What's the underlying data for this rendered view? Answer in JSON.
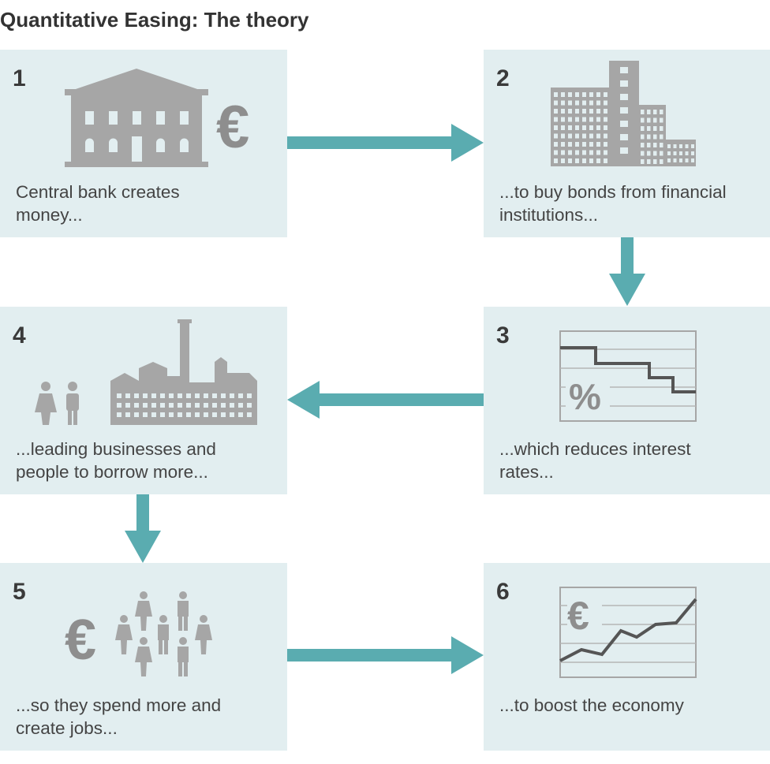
{
  "title": "Quantitative Easing: The theory",
  "colors": {
    "box_background": "#e2eef0",
    "arrow": "#5aacb0",
    "icon": "#a6a6a6",
    "text": "#444444"
  },
  "steps": [
    {
      "number": "1",
      "text": "Central bank creates\nmoney...",
      "icon": "bank-euro-icon"
    },
    {
      "number": "2",
      "text": "...to buy bonds from financial\ninstitutions...",
      "icon": "office-buildings-icon"
    },
    {
      "number": "3",
      "text": "...which reduces interest\nrates...",
      "icon": "falling-rate-chart-icon"
    },
    {
      "number": "4",
      "text": "...leading businesses and\npeople to borrow more...",
      "icon": "people-factory-icon"
    },
    {
      "number": "5",
      "text": "...so they spend more and\ncreate jobs...",
      "icon": "euro-crowd-icon"
    },
    {
      "number": "6",
      "text": "...to boost the economy",
      "icon": "rising-euro-chart-icon"
    }
  ],
  "icon_labels": {
    "euro": "€",
    "percent": "%"
  }
}
